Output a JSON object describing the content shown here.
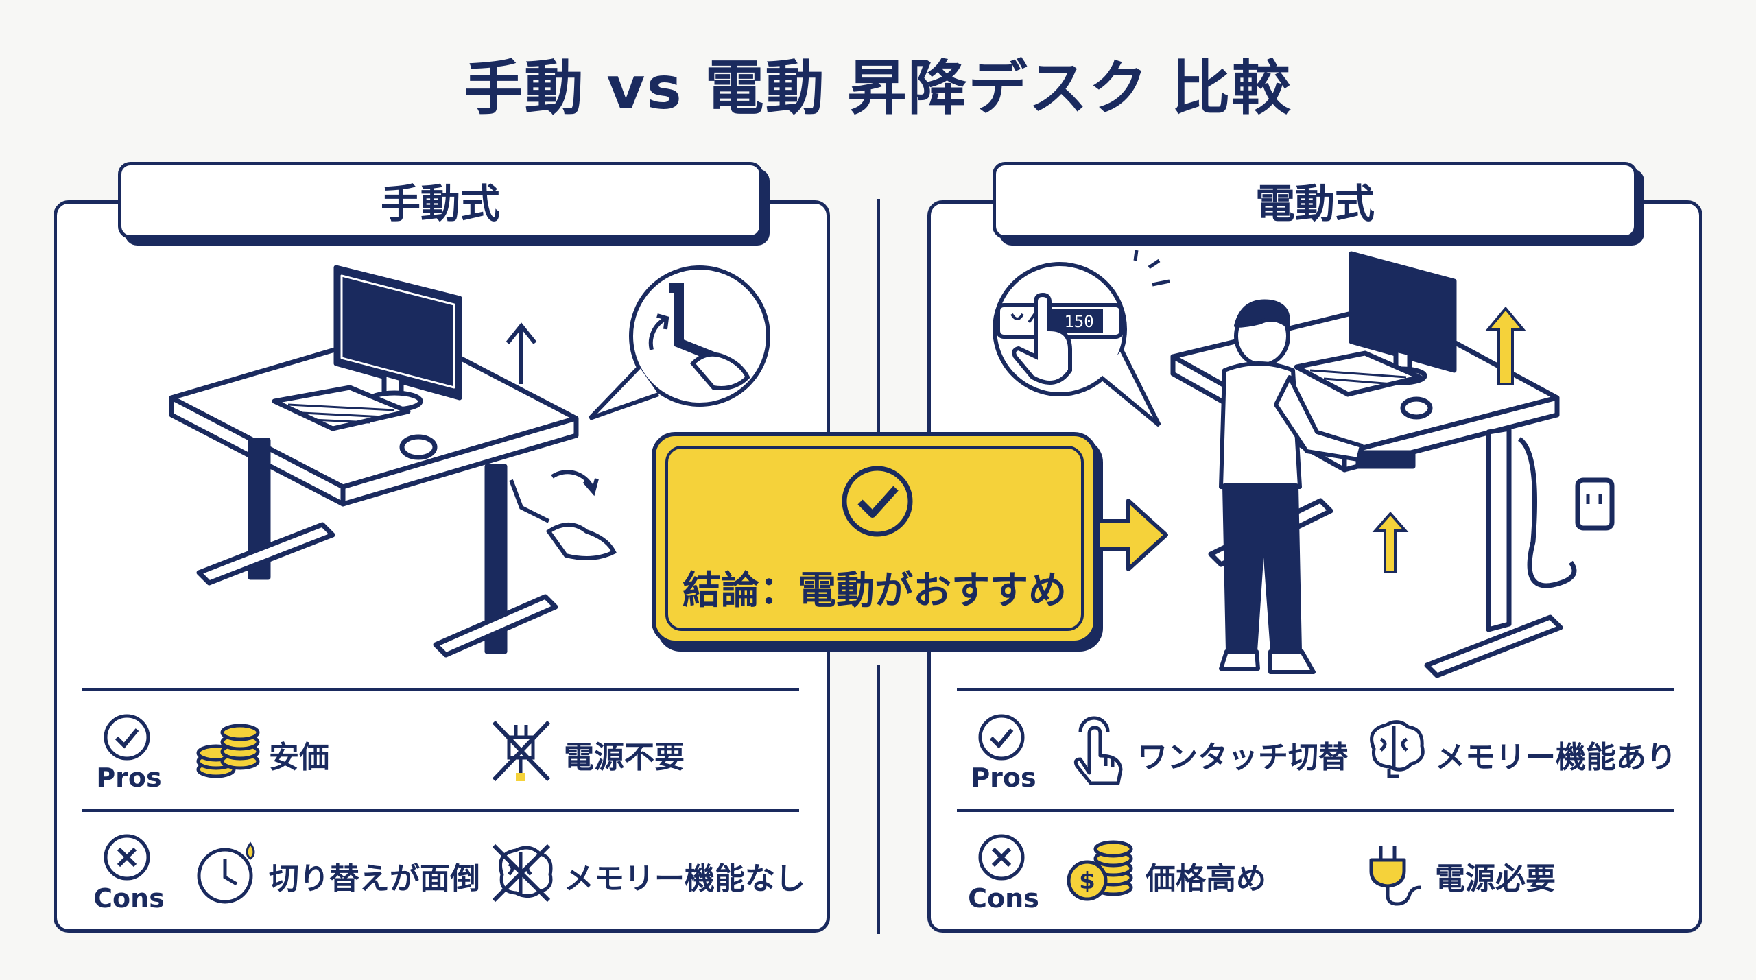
{
  "title": "手動 vs 電動 昇降デスク 比較",
  "colors": {
    "navy": "#1a2a5e",
    "yellow": "#f5d23a",
    "background": "#f7f7f5"
  },
  "manual": {
    "heading": "手動式",
    "pros_label": "Pros",
    "cons_label": "Cons",
    "pros": [
      {
        "icon": "coins-icon",
        "text": "安価"
      },
      {
        "icon": "no-plug-icon",
        "text": "電源不要"
      }
    ],
    "cons": [
      {
        "icon": "clock-icon",
        "text": "切り替えが面倒"
      },
      {
        "icon": "no-brain-icon",
        "text": "メモリー機能なし"
      }
    ]
  },
  "electric": {
    "heading": "電動式",
    "display_value": "150",
    "pros_label": "Pros",
    "cons_label": "Cons",
    "pros": [
      {
        "icon": "touch-icon",
        "text": "ワンタッチ切替"
      },
      {
        "icon": "brain-icon",
        "text": "メモリー機能あり"
      }
    ],
    "cons": [
      {
        "icon": "dollar-coins-icon",
        "text": "価格高め"
      },
      {
        "icon": "plug-icon",
        "text": "電源必要"
      }
    ]
  },
  "conclusion": {
    "text": "結論：電動がおすすめ"
  }
}
